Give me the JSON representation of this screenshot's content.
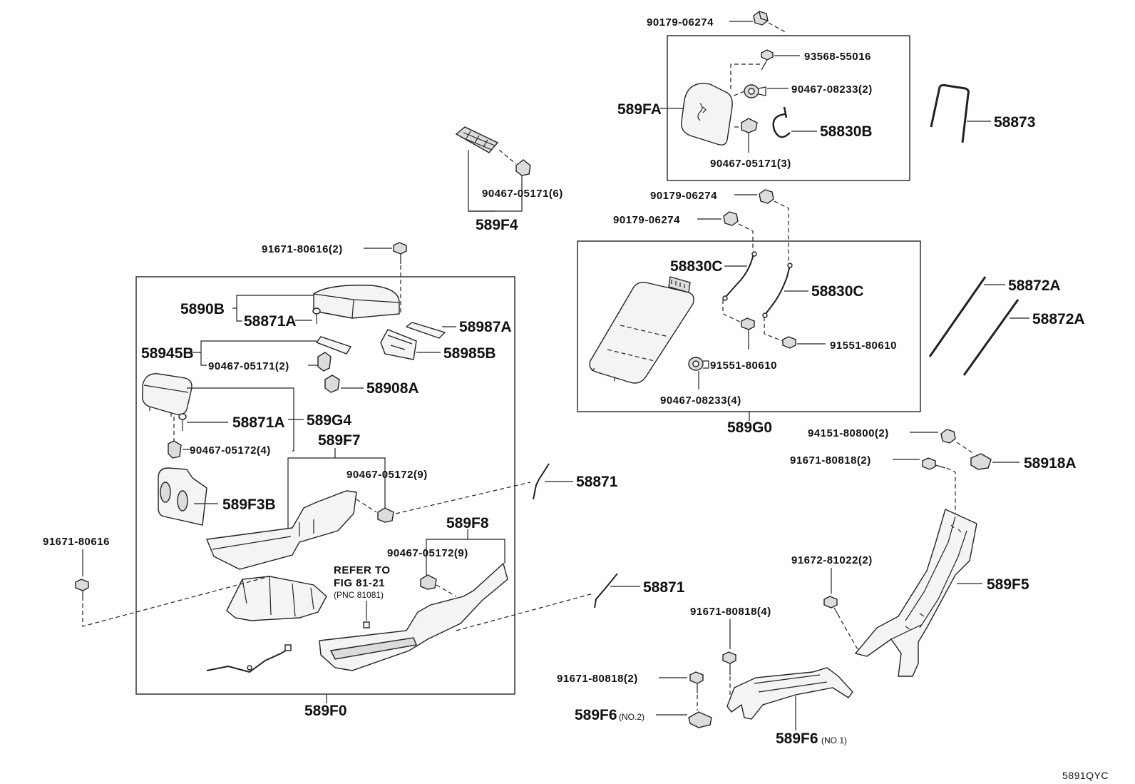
{
  "figure_code": "5891QYC",
  "refer_note": {
    "line1": "REFER TO",
    "line2": "FIG 81-21",
    "line3": "(PNC 81081)"
  },
  "labels": {
    "p90179_06274_top": "90179-06274",
    "p93568_55016": "93568-55016",
    "p90467_08233_2": "90467-08233(2)",
    "p589FA": "589FA",
    "p58830B": "58830B",
    "p90467_05171_3": "90467-05171(3)",
    "p58873": "58873",
    "p90467_05171_6": "90467-05171(6)",
    "p589F4": "589F4",
    "p90179_06274_b": "90179-06274",
    "p90179_06274_c": "90179-06274",
    "p58830C_a": "58830C",
    "p58830C_b": "58830C",
    "p91551_80610_a": "91551-80610",
    "p91551_80610_b": "91551-80610",
    "p90467_08233_4": "90467-08233(4)",
    "p589G0": "589G0",
    "p58872A_a": "58872A",
    "p58872A_b": "58872A",
    "p91671_80616_2": "91671-80616(2)",
    "p5890B": "5890B",
    "p58871A_a": "58871A",
    "p58987A": "58987A",
    "p58945B": "58945B",
    "p90467_05171_2": "90467-05171(2)",
    "p58985B": "58985B",
    "p58908A": "58908A",
    "p58871A_b": "58871A",
    "p589G4": "589G4",
    "p90467_05172_4": "90467-05172(4)",
    "p589F7": "589F7",
    "p90467_05172_9a": "90467-05172(9)",
    "p58871_a": "58871",
    "p589F3B": "589F3B",
    "p91671_80616": "91671-80616",
    "p589F8": "589F8",
    "p90467_05172_9b": "90467-05172(9)",
    "p58871_b": "58871",
    "p589F0": "589F0",
    "p94151_80800_2": "94151-80800(2)",
    "p58918A": "58918A",
    "p91671_80818_2a": "91671-80818(2)",
    "p91672_81022_2": "91672-81022(2)",
    "p589F5": "589F5",
    "p91671_80818_4": "91671-80818(4)",
    "p91671_80818_2b": "91671-80818(2)",
    "p589F6_no2": "589F6",
    "p589F6_no2_suffix": "(NO.2)",
    "p589F6_no1": "589F6",
    "p589F6_no1_suffix": "(NO.1)"
  }
}
